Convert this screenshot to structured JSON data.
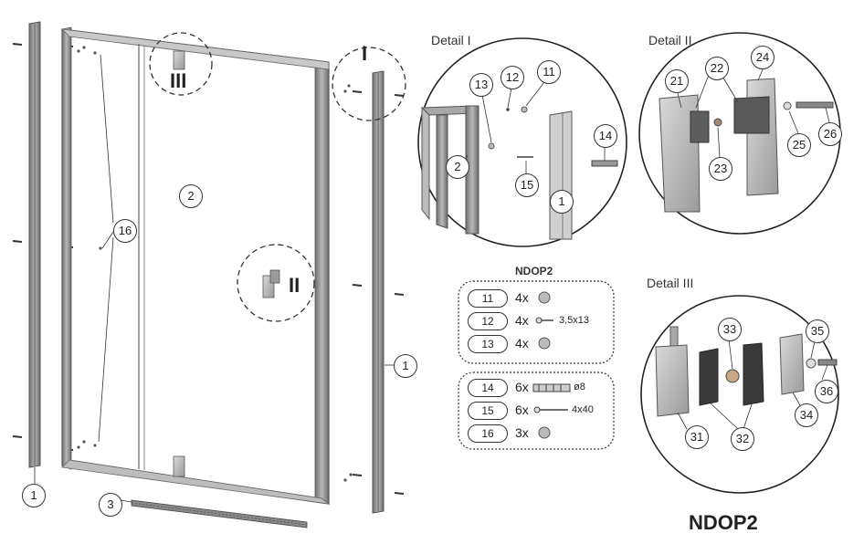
{
  "details": {
    "d1": {
      "title": "Detail I",
      "roman": "I"
    },
    "d2": {
      "title": "Detail II",
      "roman": "II"
    },
    "d3": {
      "title": "Detail III",
      "roman": "III"
    }
  },
  "model": "NDOP2",
  "callouts": {
    "main_1a": "1",
    "main_1b": "1",
    "main_2": "2",
    "main_3": "3",
    "main_16": "16",
    "d1_13": "13",
    "d1_12": "12",
    "d1_11": "11",
    "d1_14": "14",
    "d1_2": "2",
    "d1_15": "15",
    "d1_1": "1",
    "d2_21": "21",
    "d2_22": "22",
    "d2_24": "24",
    "d2_23": "23",
    "d2_25": "25",
    "d2_26": "26",
    "d3_33": "33",
    "d3_35": "35",
    "d3_36": "36",
    "d3_31": "31",
    "d3_32": "32",
    "d3_34": "34"
  },
  "kit": {
    "title": "NDOP2",
    "group1": [
      {
        "part": "11",
        "qty": "4x",
        "spec": ""
      },
      {
        "part": "12",
        "qty": "4x",
        "spec": "3,5x13"
      },
      {
        "part": "13",
        "qty": "4x",
        "spec": ""
      }
    ],
    "group2": [
      {
        "part": "14",
        "qty": "6x",
        "spec": "ø8"
      },
      {
        "part": "15",
        "qty": "6x",
        "spec": "4x40"
      },
      {
        "part": "16",
        "qty": "3x",
        "spec": ""
      }
    ]
  }
}
